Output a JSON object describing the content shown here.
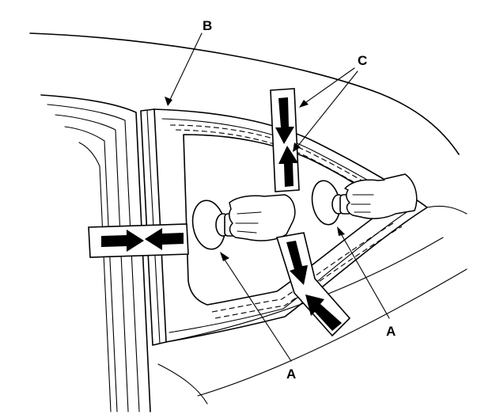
{
  "callouts": {
    "a_left": "A",
    "a_right": "A",
    "b": "B",
    "c": "C"
  },
  "colors": {
    "line": "#000000",
    "background": "#ffffff"
  }
}
